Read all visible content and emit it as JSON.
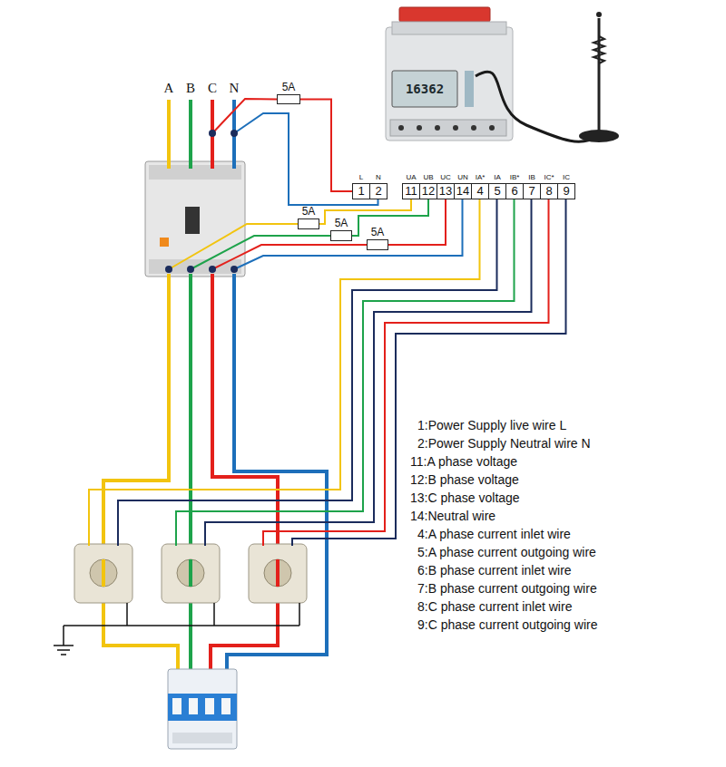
{
  "diagram": {
    "nodes": [
      {
        "text": [
          "5A"
        ]
      },
      {
        "text": [
          "L",
          "1"
        ]
      },
      {
        "text": [
          "N",
          "2"
        ]
      },
      {
        "text": [
          "UA",
          "11"
        ]
      },
      {
        "text": [
          "UB",
          "12"
        ]
      },
      {
        "text": [
          "UC",
          "13"
        ]
      },
      {
        "text": [
          "UN",
          "14"
        ]
      },
      {
        "text": [
          "IA*",
          "4"
        ]
      },
      {
        "text": [
          "IA",
          "5"
        ]
      },
      {
        "text": [
          "IB*",
          "6"
        ]
      },
      {
        "text": [
          "IB",
          "7"
        ]
      },
      {
        "text": [
          "IC*",
          "8"
        ]
      },
      {
        "text": [
          "IC",
          "9"
        ]
      },
      {
        "text": [
          "5A"
        ]
      },
      {
        "text": [
          "5A"
        ]
      },
      {
        "text": [
          "5A"
        ]
      }
    ],
    "edges": [
      {
        "from": 0,
        "to": 1,
        "arrow": "none"
      },
      {
        "from": 13,
        "to": 3,
        "arrow": "none"
      },
      {
        "from": 14,
        "to": 4,
        "arrow": "none"
      },
      {
        "from": 15,
        "to": 5,
        "arrow": "none"
      }
    ],
    "labels": [
      "A",
      "B",
      "C",
      "N",
      "16362",
      "1:Power Supply live wire L",
      "2:Power Supply Neutral wire N",
      "11:A phase voltage",
      "12:B phase voltage",
      "13:C phase voltage",
      "14:Neutral wire",
      "4:A phase current inlet wire",
      "5:A phase current outgoing wire",
      "6:B phase current inlet wire",
      "7:B phase current outgoing wire",
      "8:C phase current inlet wire",
      "9:C phase current outgoing wire"
    ]
  }
}
